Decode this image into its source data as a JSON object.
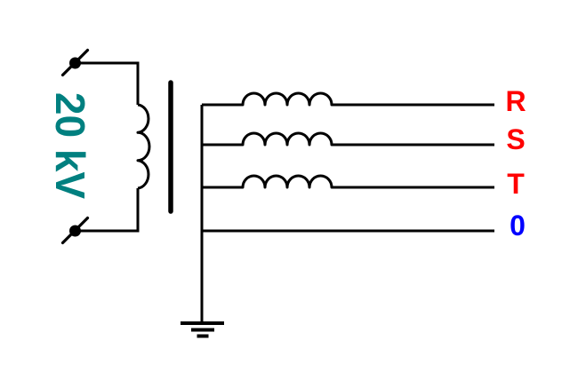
{
  "diagram": {
    "type": "electrical-circuit-schematic",
    "description": "20 kV source feeding a transformer; secondary distributes three phase lines with inductors and a neutral line to earth ground",
    "background": "#ffffff",
    "stroke_color": "#000000",
    "source": {
      "label": "20 kV",
      "color": "#008080"
    },
    "phases": [
      {
        "label": "R",
        "color": "#ff0000",
        "has_inductor": true
      },
      {
        "label": "S",
        "color": "#ff0000",
        "has_inductor": true
      },
      {
        "label": "T",
        "color": "#ff0000",
        "has_inductor": true
      },
      {
        "label": "0",
        "color": "#0000ff",
        "has_inductor": false
      }
    ],
    "components": [
      "source-terminal-top",
      "source-terminal-bottom",
      "primary-winding",
      "transformer-core",
      "secondary-bus",
      "phase-inductor-r",
      "phase-inductor-s",
      "phase-inductor-t",
      "ground-symbol"
    ]
  }
}
